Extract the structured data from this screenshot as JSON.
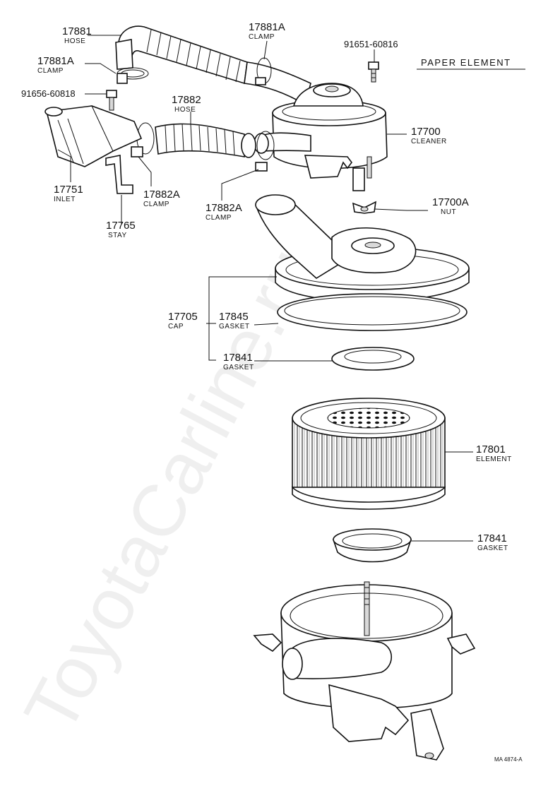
{
  "title": "PAPER ELEMENT",
  "figure_ref": "MA 4874-A",
  "watermark": "ToyotaCarline.ru",
  "parts": {
    "hose_17881": {
      "number": "17881",
      "desc": "HOSE"
    },
    "clamp_17881a_top": {
      "number": "17881A",
      "desc": "CLAMP"
    },
    "clamp_17881a_left": {
      "number": "17881A",
      "desc": "CLAMP"
    },
    "bolt_91651": {
      "number": "91651-60816",
      "desc": ""
    },
    "bolt_91656": {
      "number": "91656-60818",
      "desc": ""
    },
    "hose_17882": {
      "number": "17882",
      "desc": "HOSE"
    },
    "cleaner_17700": {
      "number": "17700",
      "desc": "CLEANER"
    },
    "inlet_17751": {
      "number": "17751",
      "desc": "INLET"
    },
    "clamp_17882a_left": {
      "number": "17882A",
      "desc": "CLAMP"
    },
    "clamp_17882a_mid": {
      "number": "17882A",
      "desc": "CLAMP"
    },
    "nut_17700a": {
      "number": "17700A",
      "desc": "NUT"
    },
    "stay_17765": {
      "number": "17765",
      "desc": "STAY"
    },
    "cap_17705": {
      "number": "17705",
      "desc": "CAP"
    },
    "gasket_17845": {
      "number": "17845",
      "desc": "GASKET"
    },
    "gasket_17841_upper": {
      "number": "17841",
      "desc": "GASKET"
    },
    "element_17801": {
      "number": "17801",
      "desc": "ELEMENT"
    },
    "gasket_17841_lower": {
      "number": "17841",
      "desc": "GASKET"
    }
  }
}
